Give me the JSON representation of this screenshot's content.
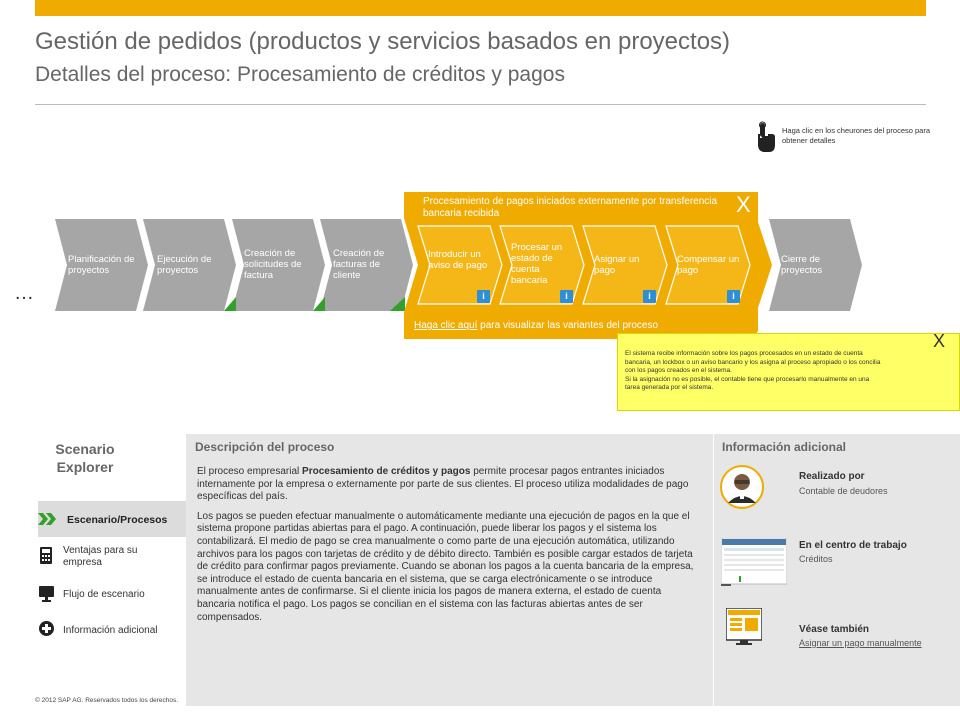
{
  "header": {
    "title": "Gestión de pedidos (productos y servicios basados en proyectos)",
    "subtitle": "Detalles del proceso: Procesamiento de créditos y pagos"
  },
  "hint": {
    "text": "Haga clic en los cheurones del proceso para obtener detalles",
    "icon": "hand-pointer-icon"
  },
  "ellipsis": "…",
  "process_chevrons": [
    {
      "label": "Planificación de proyectos"
    },
    {
      "label": "Ejecución de proyectos"
    },
    {
      "label": "Creación de solicitudes de factura"
    },
    {
      "label": "Creación de facturas de cliente"
    },
    {
      "label": "Cierre de proyectos"
    }
  ],
  "expanded_panel": {
    "title": "Procesamiento de pagos iniciados externamente por transferencia bancaria recibida",
    "close_label": "X",
    "steps": [
      {
        "label": "Introducir un aviso de pago",
        "info": "i"
      },
      {
        "label": "Procesar un estado de cuenta bancaria",
        "info": "i"
      },
      {
        "label": "Asignar un pago",
        "info": "i"
      },
      {
        "label": "Compensar un pago",
        "info": "i"
      }
    ],
    "link_label": "Haga clic aquí",
    "link_suffix": " para visualizar las variantes del proceso"
  },
  "tooltip": {
    "close_label": "X",
    "lines": [
      "El sistema recibe información sobre los pagos procesados en un estado de cuenta",
      "bancaria, un lockbox o un aviso bancario y los asigna al proceso apropiado o los concilia",
      "con los pagos creados en el sistema.",
      "Si la asignación no es posible, el contable tiene que procesarlo manualmente en una",
      "tarea generada por el sistema."
    ]
  },
  "scenario_explorer": {
    "title": "Scenario Explorer",
    "items": [
      {
        "label": "Escenario/Procesos",
        "icon": "double-chevron-icon"
      },
      {
        "label": "Ventajas para su empresa",
        "icon": "calculator-icon"
      },
      {
        "label": "Flujo de escenario",
        "icon": "monitor-icon"
      },
      {
        "label": "Información adicional",
        "icon": "plus-circle-icon"
      }
    ]
  },
  "description": {
    "header": "Descripción del proceso",
    "p1_a": "El proceso empresarial ",
    "p1_b": "Procesamiento de créditos y pagos",
    "p1_c": " permite procesar pagos entrantes iniciados internamente por la empresa o externamente por parte de sus clientes. El proceso utiliza modalidades de pago específicas del país.",
    "p2": "Los pagos se pueden efectuar manualmente o automáticamente mediante una ejecución de pagos en la que el sistema propone partidas abiertas para el pago. A continuación, puede liberar los pagos y el sistema los contabilizará. El medio de pago se crea manualmente o como parte de una ejecución automática, utilizando archivos para los pagos con tarjetas de crédito y de débito directo. También es posible cargar estados de tarjeta de crédito para confirmar pagos previamente. Cuando se abonan los pagos a la cuenta bancaria de la empresa, se introduce el estado de cuenta bancaria en el sistema, que se carga electrónicamente o se introduce manualmente antes de confirmarse. Si el cliente inicia los pagos de manera externa, el estado de cuenta bancaria notifica el pago. Los pagos se concilian en el sistema con las facturas abiertas antes de ser compensados."
  },
  "additional_info": {
    "header": "Información adicional",
    "performed_by_label": "Realizado por",
    "performed_by_value": "Contable de deudores",
    "work_center_label": "En el centro de trabajo",
    "work_center_value": "Créditos",
    "see_also_label": "Véase también",
    "see_also_link": "Asignar un pago manualmente"
  },
  "footer": "© 2012 SAP AG. Reservados todos los derechos.",
  "colors": {
    "accent": "#f0ab00",
    "chevron_gray": "#a6a6a6",
    "green": "#33a02c",
    "info_blue": "#2e8fd8",
    "tooltip_yellow": "#ffff66"
  }
}
